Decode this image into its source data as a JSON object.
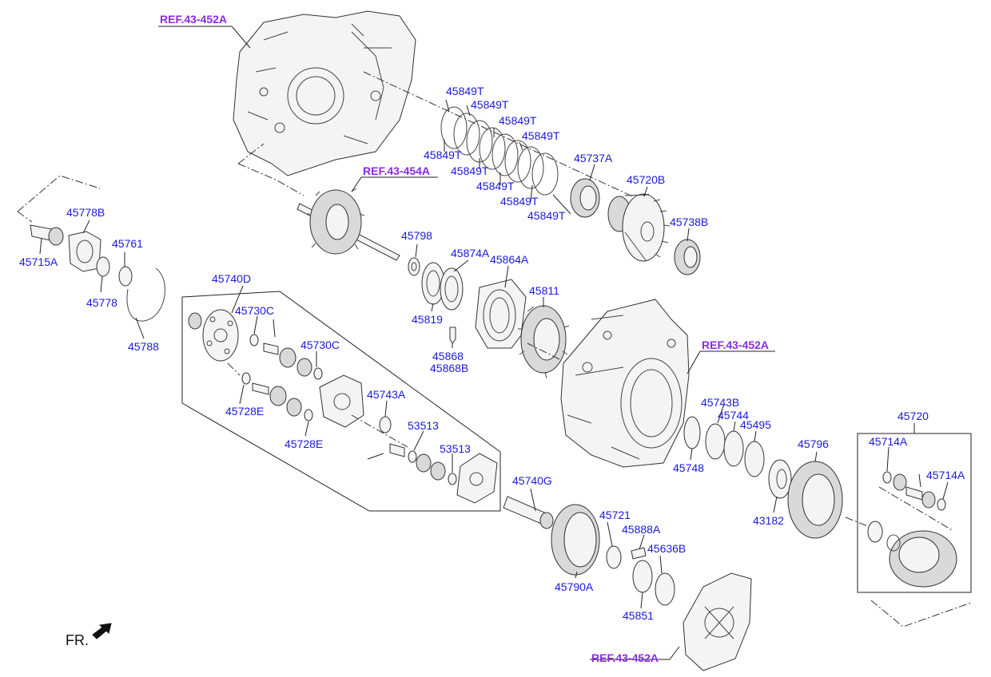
{
  "colors": {
    "part_label": "#1a1adb",
    "ref_label": "#8a2be2",
    "line": "#222222"
  },
  "refs": {
    "top": "REF.43-452A",
    "mid": "REF.43-454A",
    "right": "REF.43-452A",
    "bottom": "REF.43-452A"
  },
  "parts": {
    "p45849t_1": "45849T",
    "p45849t_2": "45849T",
    "p45849t_3": "45849T",
    "p45849t_4": "45849T",
    "p45849t_5": "45849T",
    "p45849t_6": "45849T",
    "p45849t_7": "45849T",
    "p45849t_8": "45849T",
    "p45737a": "45737A",
    "p45720b": "45720B",
    "p45738b": "45738B",
    "p45798": "45798",
    "p45874a": "45874A",
    "p45864a": "45864A",
    "p45811": "45811",
    "p45819": "45819",
    "p45868": "45868",
    "p45868b": "45868B",
    "p45778b": "45778B",
    "p45761": "45761",
    "p45715a": "45715A",
    "p45778": "45778",
    "p45788": "45788",
    "p45740d": "45740D",
    "p45730c_1": "45730C",
    "p45730c_2": "45730C",
    "p45743a": "45743A",
    "p45728e_1": "45728E",
    "p45728e_2": "45728E",
    "p53513_1": "53513",
    "p53513_2": "53513",
    "p45740g": "45740G",
    "p45721": "45721",
    "p45888a": "45888A",
    "p45636b": "45636B",
    "p45790a": "45790A",
    "p45851": "45851",
    "p45743b": "45743B",
    "p45744": "45744",
    "p45495": "45495",
    "p45748": "45748",
    "p45796": "45796",
    "p43182": "43182",
    "p45720": "45720",
    "p45714a_1": "45714A",
    "p45714a_2": "45714A"
  },
  "direction_label": "FR.",
  "icons": {
    "direction": "front-arrow-icon"
  }
}
